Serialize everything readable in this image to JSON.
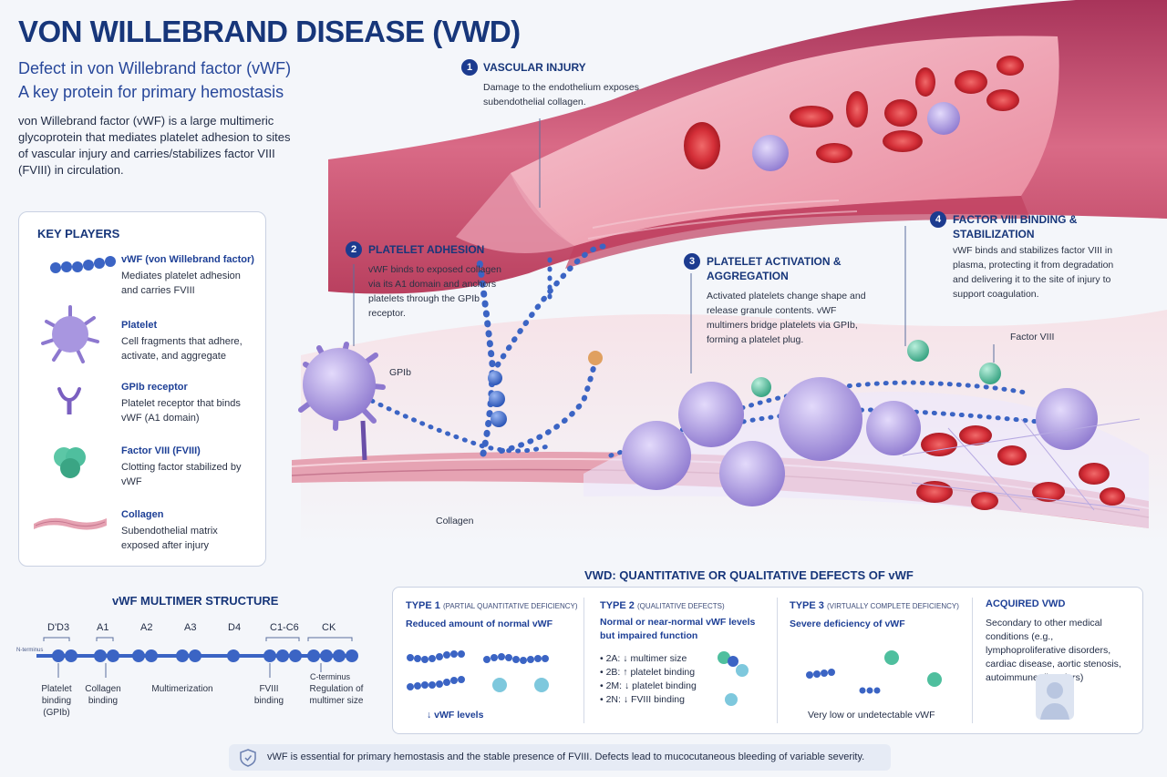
{
  "header": {
    "title": "VON WILLEBRAND DISEASE (VWD)",
    "subtitle_1": "Defect in von Willebrand factor (vWF)",
    "subtitle_2": "A key protein for primary hemostasis",
    "intro": "von Willebrand factor (vWF) is a large multimeric glycoprotein that mediates platelet adhesion to sites of vascular injury and carries/stabilizes factor VIII (FVIII) in circulation."
  },
  "key_players": {
    "title": "KEY PLAYERS",
    "items": [
      {
        "name": "vWF (von Willebrand factor)",
        "desc": "Mediates platelet adhesion and carries FVIII",
        "icon": "vwf-chain-icon"
      },
      {
        "name": "Platelet",
        "desc": "Cell fragments that adhere, activate, and aggregate",
        "icon": "platelet-icon"
      },
      {
        "name": "GPIb receptor",
        "desc": "Platelet receptor that binds vWF (A1 domain)",
        "icon": "gpib-receptor-icon"
      },
      {
        "name": "Factor VIII (FVIII)",
        "desc": "Clotting factor stabilized by vWF",
        "icon": "factor-viii-icon"
      },
      {
        "name": "Collagen",
        "desc": "Subendothelial matrix exposed after injury",
        "icon": "collagen-icon"
      }
    ]
  },
  "steps": [
    {
      "num": "1",
      "title": "VASCULAR INJURY",
      "desc": "Damage to the endothelium exposes subendothelial collagen."
    },
    {
      "num": "2",
      "title": "PLATELET ADHESION",
      "desc": "vWF binds to exposed collagen via its A1 domain and anchors platelets through the GPIb receptor."
    },
    {
      "num": "3",
      "title": "PLATELET ACTIVATION & AGGREGATION",
      "desc": "Activated platelets change shape and release granule contents. vWF multimers bridge platelets via GPIb, forming a platelet plug."
    },
    {
      "num": "4",
      "title": "FACTOR VIII BINDING & STABILIZATION",
      "desc": "vWF binds and stabilizes factor VIII in plasma, protecting it from degradation and delivering it to the site of injury to support coagulation."
    }
  ],
  "scene_labels": {
    "gpib": "GPIb",
    "collagen": "Collagen",
    "factor_viii": "Factor VIII"
  },
  "multimer": {
    "title": "vWF MULTIMER STRUCTURE",
    "n_terminus": "N-terminus",
    "c_terminus": "C-terminus",
    "domains": [
      "D'D3",
      "A1",
      "A2",
      "A3",
      "D4",
      "C1-C6",
      "CK"
    ],
    "functions": [
      "Platelet binding (GPIb)",
      "Collagen binding",
      "Multimerization",
      "FVIII binding",
      "Regulation of multimer size"
    ]
  },
  "defects": {
    "title": "VWD: QUANTITATIVE OR QUALITATIVE DEFECTS OF vWF",
    "type1": {
      "name": "TYPE 1",
      "tag": "(PARTIAL QUANTITATIVE DEFICIENCY)",
      "subtitle": "Reduced amount of normal vWF",
      "note": "↓ vWF levels"
    },
    "type2": {
      "name": "TYPE 2",
      "tag": "(QUALITATIVE DEFECTS)",
      "subtitle_1": "Normal or near-normal vWF levels",
      "subtitle_2": "but impaired function",
      "subtypes": [
        "• 2A: ↓ multimer size",
        "• 2B: ↑ platelet binding",
        "• 2M: ↓ platelet binding",
        "• 2N: ↓ FVIII binding"
      ]
    },
    "type3": {
      "name": "TYPE 3",
      "tag": "(VIRTUALLY COMPLETE DEFICIENCY)",
      "subtitle": "Severe deficiency of vWF",
      "note": "Very low or undetectable vWF"
    },
    "acquired": {
      "name": "ACQUIRED VWD",
      "desc": "Secondary to other medical conditions (e.g., lymphoproliferative disorders, cardiac disease, aortic stenosis, autoimmune disorders)"
    }
  },
  "footer": {
    "text": "vWF is essential for primary hemostasis and the stable presence of FVIII. Defects lead to mucocutaneous bleeding of variable severity.",
    "icon": "shield-icon"
  },
  "colors": {
    "title": "#17367a",
    "vwf": "#3b64c4",
    "platelet": "#9a86d8",
    "factor_viii": "#4fbf9e",
    "rbc": "#d42f38",
    "vessel": "#c44a68"
  }
}
